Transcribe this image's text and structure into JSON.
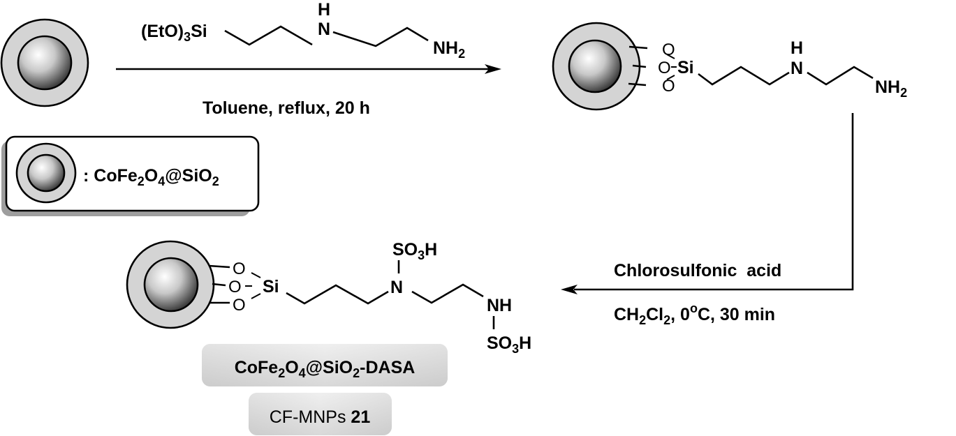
{
  "scheme": {
    "step1": {
      "reagent": {
        "prefix": "(EtO)",
        "prefix_sub": "3",
        "si": "Si",
        "nh_h": "H",
        "nh_n": "N",
        "amine": "NH",
        "amine_sub": "2"
      },
      "conditions": "Toluene, reflux, 20 h"
    },
    "intermediate": {
      "o1": "O",
      "o2": "O",
      "o3": "O",
      "si": "Si",
      "nh_h": "H",
      "nh_n": "N",
      "amine": "NH",
      "amine_sub": "2"
    },
    "legend": {
      "colon": ":",
      "formula": [
        {
          "t": "CoFe",
          "sub": false
        },
        {
          "t": "2",
          "sub": true
        },
        {
          "t": "O",
          "sub": false
        },
        {
          "t": "4",
          "sub": true
        },
        {
          "t": "@SiO",
          "sub": false
        },
        {
          "t": "2",
          "sub": true
        }
      ]
    },
    "step2": {
      "reagent": "Chlorosulfonic  acid",
      "conditions": [
        {
          "t": "CH",
          "sub": false
        },
        {
          "t": "2",
          "sub": true
        },
        {
          "t": "Cl",
          "sub": false
        },
        {
          "t": "2",
          "sub": true
        },
        {
          "t": ", 0",
          "sub": false
        },
        {
          "t": "o",
          "sup": true
        },
        {
          "t": "C, 30 min",
          "sub": false
        }
      ]
    },
    "product": {
      "o1": "O",
      "o2": "O",
      "o3": "O",
      "si": "Si",
      "n": "N",
      "so3h_top": {
        "a": "SO",
        "sub": "3",
        "b": "H"
      },
      "nh": "NH",
      "so3h_bottom": {
        "a": "SO",
        "sub": "3",
        "b": "H"
      },
      "name": [
        {
          "t": "CoFe",
          "sub": false
        },
        {
          "t": "2",
          "sub": true
        },
        {
          "t": "O",
          "sub": false
        },
        {
          "t": "4",
          "sub": true
        },
        {
          "t": "@SiO",
          "sub": false
        },
        {
          "t": "2",
          "sub": true
        },
        {
          "t": "-DASA",
          "sub": false
        }
      ],
      "code_label": "CF-MNPs",
      "code_number": "21"
    }
  },
  "colors": {
    "shell": "#d4d4d4",
    "core_light": "#ffffff",
    "core_dark": "#3a3a3a",
    "label_box": "#d9d9d9",
    "legend_shadow": "#9e9e9e"
  }
}
